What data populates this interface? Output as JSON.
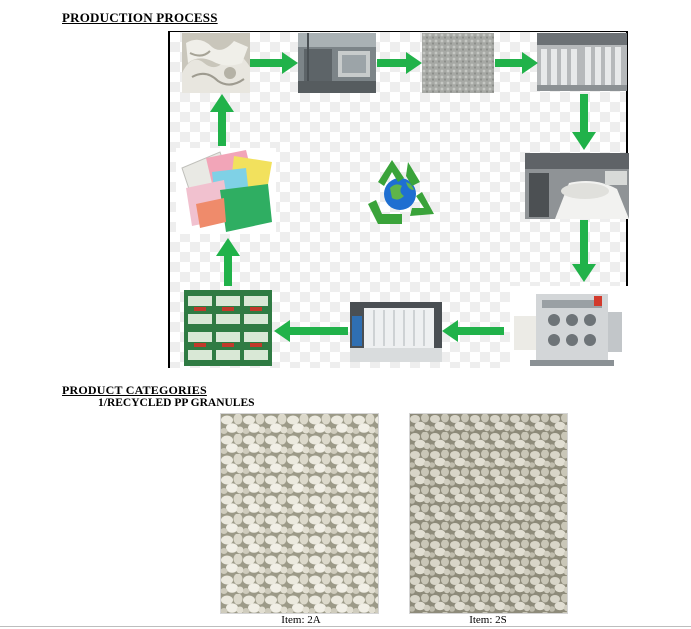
{
  "headings": {
    "production_process": "PRODUCTION PROCESS",
    "product_categories": "PRODUCT CATEGORIES",
    "category_1": "1/RECYCLED PP GRANULES"
  },
  "products": [
    {
      "caption": "Item: 2A"
    },
    {
      "caption": "Item: 2S"
    }
  ],
  "colors": {
    "arrow_green": "#21b24a",
    "recycle_green": "#3aa33a",
    "globe_blue": "#1f6fd1"
  },
  "icons": {
    "recycle": "recycle-globe-icon"
  }
}
